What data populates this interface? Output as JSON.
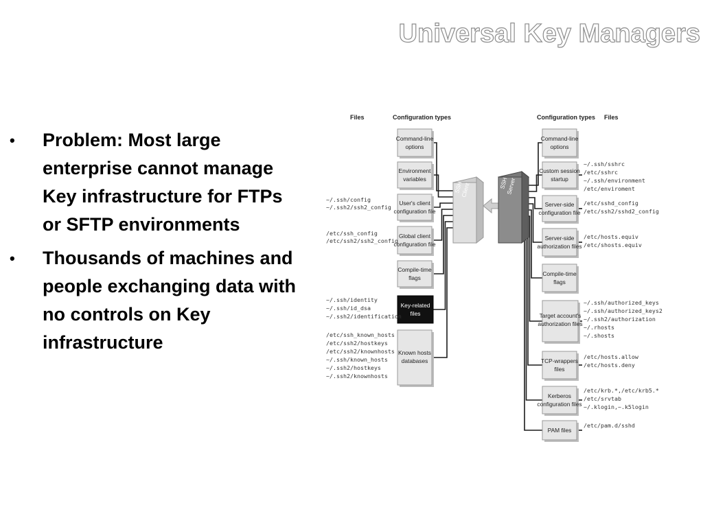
{
  "slide": {
    "title": "Universal Key Managers",
    "bullets": [
      "Problem:  Most large enterprise cannot manage Key infrastructure for FTPs or SFTP environments",
      "Thousands of machines and people exchanging data with no controls on Key infrastructure"
    ]
  },
  "diagram": {
    "headers": {
      "left_files": "Files",
      "left_config": "Configuration types",
      "right_config": "Configuration types",
      "right_files": "Files"
    },
    "ssh_client": [
      "SSH",
      "Client"
    ],
    "ssh_server": [
      "SSH",
      "Server"
    ],
    "left_boxes": [
      [
        "Command-line",
        "options"
      ],
      [
        "Environment",
        "variables"
      ],
      [
        "User's client",
        "configuration file"
      ],
      [
        "Global client",
        "configuration file"
      ],
      [
        "Compile-time",
        "flags"
      ],
      [
        "Key-related",
        "files"
      ],
      [
        "Known hosts",
        "databases"
      ]
    ],
    "right_boxes": [
      [
        "Command-line",
        "options"
      ],
      [
        "Custom session",
        "startup"
      ],
      [
        "Server-side",
        "configuration file"
      ],
      [
        "Server-side",
        "authorization files"
      ],
      [
        "Compile-time",
        "flags"
      ],
      [
        "Target account's",
        "authorization files"
      ],
      [
        "TCP-wrappers",
        "files"
      ],
      [
        "Kerberos",
        "configuration files"
      ],
      [
        "PAM files"
      ]
    ],
    "left_files": [
      [
        "~/.ssh/config",
        "~/.ssh2/ssh2_config"
      ],
      [
        "/etc/ssh_config",
        "/etc/ssh2/ssh2_config"
      ],
      [
        "~/.ssh/identity",
        "~/.ssh/id_dsa",
        "~/.ssh2/identification"
      ],
      [
        "/etc/ssh_known_hosts",
        "/etc/ssh2/hostkeys",
        "/etc/ssh2/knownhosts",
        "~/.ssh/known_hosts",
        "~/.ssh2/hostkeys",
        "~/.ssh2/knownhosts"
      ]
    ],
    "right_files": [
      [
        "~/.ssh/sshrc",
        "/etc/sshrc",
        "~/.ssh/environment",
        "/etc/enviroment"
      ],
      [
        "/etc/sshd_config",
        "/etc/ssh2/sshd2_config"
      ],
      [
        "/etc/hosts.equiv",
        "/etc/shosts.equiv"
      ],
      [
        "~/.ssh/authorized_keys",
        "~/.ssh/authorized_keys2",
        "~/.ssh2/authorization",
        "~/.rhosts",
        "~/.shosts"
      ],
      [
        "/etc/hosts.allow",
        "/etc/hosts.deny"
      ],
      [
        "/etc/krb.*,/etc/krb5.*",
        "/etc/srvtab",
        "~/.klogin,~.k5login"
      ],
      [
        "/etc/pam.d/sshd"
      ]
    ]
  }
}
